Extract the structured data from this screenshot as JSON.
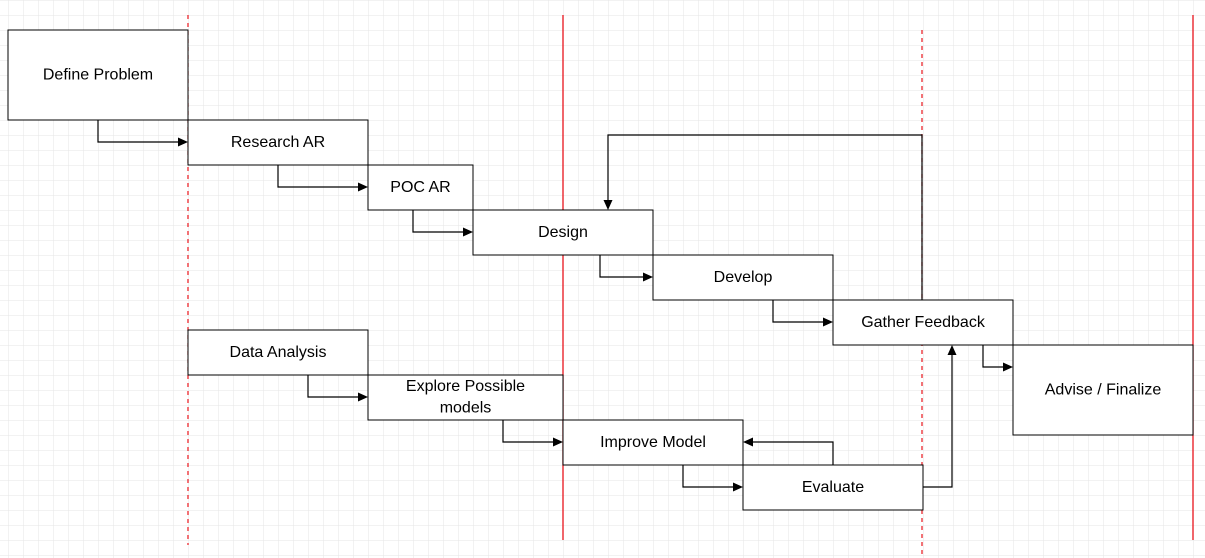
{
  "nodes": {
    "define_problem": "Define Problem",
    "research_ar": "Research AR",
    "poc_ar": "POC AR",
    "design": "Design",
    "develop": "Develop",
    "gather_feedback": "Gather Feedback",
    "advise_finalize": "Advise / Finalize",
    "data_analysis": "Data Analysis",
    "explore_models_line1": "Explore Possible",
    "explore_models_line2": "models",
    "improve_model": "Improve Model",
    "evaluate": "Evaluate"
  },
  "colors": {
    "phase_line": "#e8141c",
    "grid_line": "#e6e6e6",
    "box_stroke": "#000000",
    "background": "#ffffff"
  }
}
